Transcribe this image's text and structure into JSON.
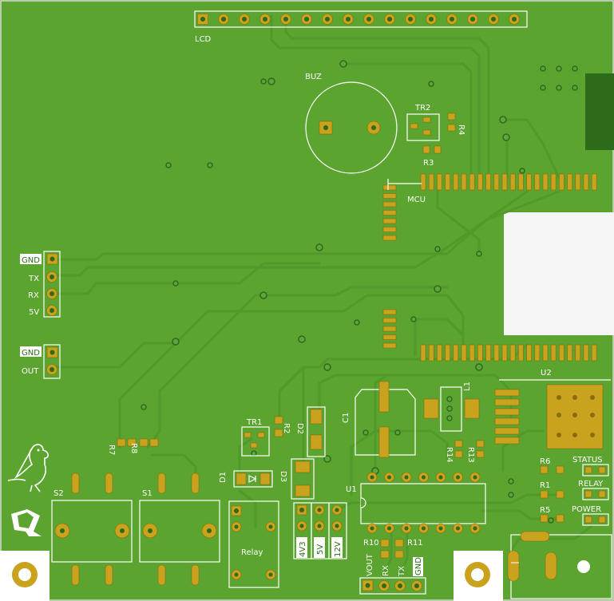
{
  "board": {
    "colors": {
      "mask": "#5aa42f",
      "copper": "#c9a21e",
      "silk": "#ffffff",
      "dark_copper": "#2d6b1a"
    }
  },
  "labels": {
    "lcd": "LCD",
    "buz": "BUZ",
    "tr2": "TR2",
    "r4": "R4",
    "r3": "R3",
    "mcu": "MCU",
    "gnd": "GND",
    "tx": "TX",
    "rx": "RX",
    "v5": "5V",
    "gnd2": "GND",
    "out": "OUT",
    "c1": "C1",
    "l1": "L1",
    "u2": "U2",
    "r14": "R14",
    "r13": "R13",
    "tr1": "TR1",
    "r2": "R2",
    "d2": "D2",
    "r7": "R7",
    "r8": "R8",
    "d1": "D1",
    "d3": "D3",
    "s2": "S2",
    "s1": "S1",
    "u1": "U1",
    "relay": "Relay",
    "v4v3": "4V3",
    "v5b": "5V",
    "v12": "12V",
    "r10": "R10",
    "r11": "R11",
    "vout": "VOUT",
    "rx2": "RX",
    "tx2": "TX",
    "gnd3": "GND",
    "r6": "R6",
    "r1": "R1",
    "r5": "R5",
    "status": "STATUS",
    "relay_led": "RELAY",
    "power": "POWER"
  },
  "icons": [
    "bird-logo-icon",
    "q-logo-icon"
  ]
}
